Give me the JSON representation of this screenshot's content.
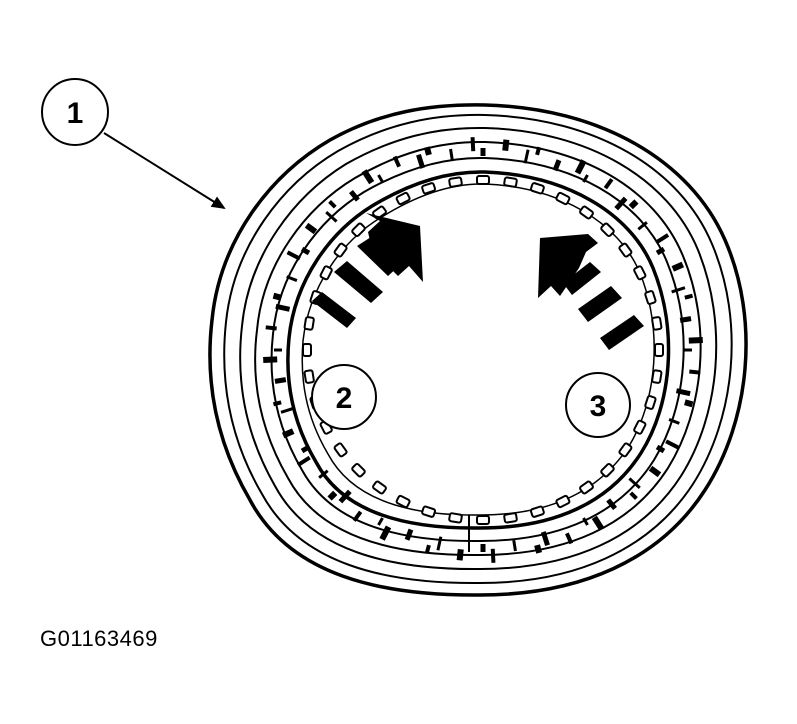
{
  "diagram": {
    "callouts": [
      {
        "id": "1",
        "label": "1"
      },
      {
        "id": "2",
        "label": "2"
      },
      {
        "id": "3",
        "label": "3"
      }
    ],
    "figure_code": "G01163469",
    "ink_color": "#000000",
    "background_color": "#ffffff"
  }
}
